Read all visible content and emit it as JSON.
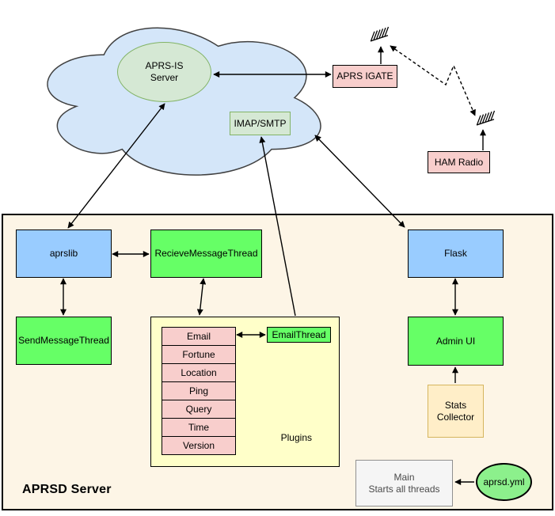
{
  "cloud": {
    "aprs_is": {
      "line1": "APRS-IS",
      "line2": "Server"
    },
    "imap_smtp": "IMAP/SMTP"
  },
  "radio": {
    "aprs_igate": "APRS IGATE",
    "ham_radio": "HAM Radio"
  },
  "server": {
    "label": "APRSD Server",
    "aprslib": "aprslib",
    "recieve_thread": "RecieveMessageThread",
    "send_thread": "SendMessageThread",
    "flask": "Flask",
    "admin_ui": "Admin UI",
    "stats": {
      "line1": "Stats",
      "line2": "Collector"
    },
    "main": {
      "line1": "Main",
      "line2": "Starts all threads"
    },
    "aprsd_yml": "aprsd.yml",
    "plugins": {
      "label": "Plugins",
      "email_thread": "EmailThread",
      "items": [
        "Email",
        "Fortune",
        "Location",
        "Ping",
        "Query",
        "Time",
        "Version"
      ]
    }
  },
  "icons": {
    "antenna_1": "antenna-icon",
    "antenna_2": "antenna-icon"
  },
  "connections": [
    {
      "from": "aprs-is-server",
      "to": "aprs-igate",
      "style": "solid",
      "arrows": "both"
    },
    {
      "from": "aprs-is-server",
      "to": "aprslib",
      "style": "solid",
      "arrows": "both"
    },
    {
      "from": "cloud",
      "to": "flask",
      "style": "solid",
      "arrows": "both"
    },
    {
      "from": "plugins",
      "to": "imap-smtp",
      "style": "solid",
      "arrows": "end"
    },
    {
      "from": "aprslib",
      "to": "recieve-message-thread",
      "style": "solid",
      "arrows": "both"
    },
    {
      "from": "aprslib",
      "to": "send-message-thread",
      "style": "solid",
      "arrows": "both"
    },
    {
      "from": "recieve-message-thread",
      "to": "plugins",
      "style": "solid",
      "arrows": "both"
    },
    {
      "from": "email-plugin",
      "to": "email-thread",
      "style": "solid",
      "arrows": "both"
    },
    {
      "from": "flask",
      "to": "admin-ui",
      "style": "solid",
      "arrows": "both"
    },
    {
      "from": "stats-collector",
      "to": "admin-ui",
      "style": "solid",
      "arrows": "end"
    },
    {
      "from": "aprsd-yml",
      "to": "main",
      "style": "solid",
      "arrows": "end"
    },
    {
      "from": "aprs-igate",
      "to": "antenna-1",
      "style": "solid",
      "arrows": "end"
    },
    {
      "from": "ham-radio",
      "to": "antenna-2",
      "style": "solid",
      "arrows": "end"
    },
    {
      "from": "antenna-1",
      "to": "antenna-2",
      "style": "dashed",
      "arrows": "both"
    }
  ],
  "colors": {
    "outer_bg": "#fdf5e6",
    "cloud_fill": "#d4e6f9",
    "cloud_stroke": "#404040",
    "green_node": "#d5e8d4",
    "green_node_stroke": "#82b366",
    "blue_box": "#99ccff",
    "thread_green": "#66ff66",
    "pink": "#f8cecc",
    "plugins_yellow": "#ffffc9",
    "stats_fill": "#ffeec8",
    "stats_stroke": "#d5b55e",
    "main_fill": "#f5f5f5",
    "main_stroke": "#909090",
    "main_text": "#4a4a4a",
    "yml_green": "#8cf08c"
  }
}
